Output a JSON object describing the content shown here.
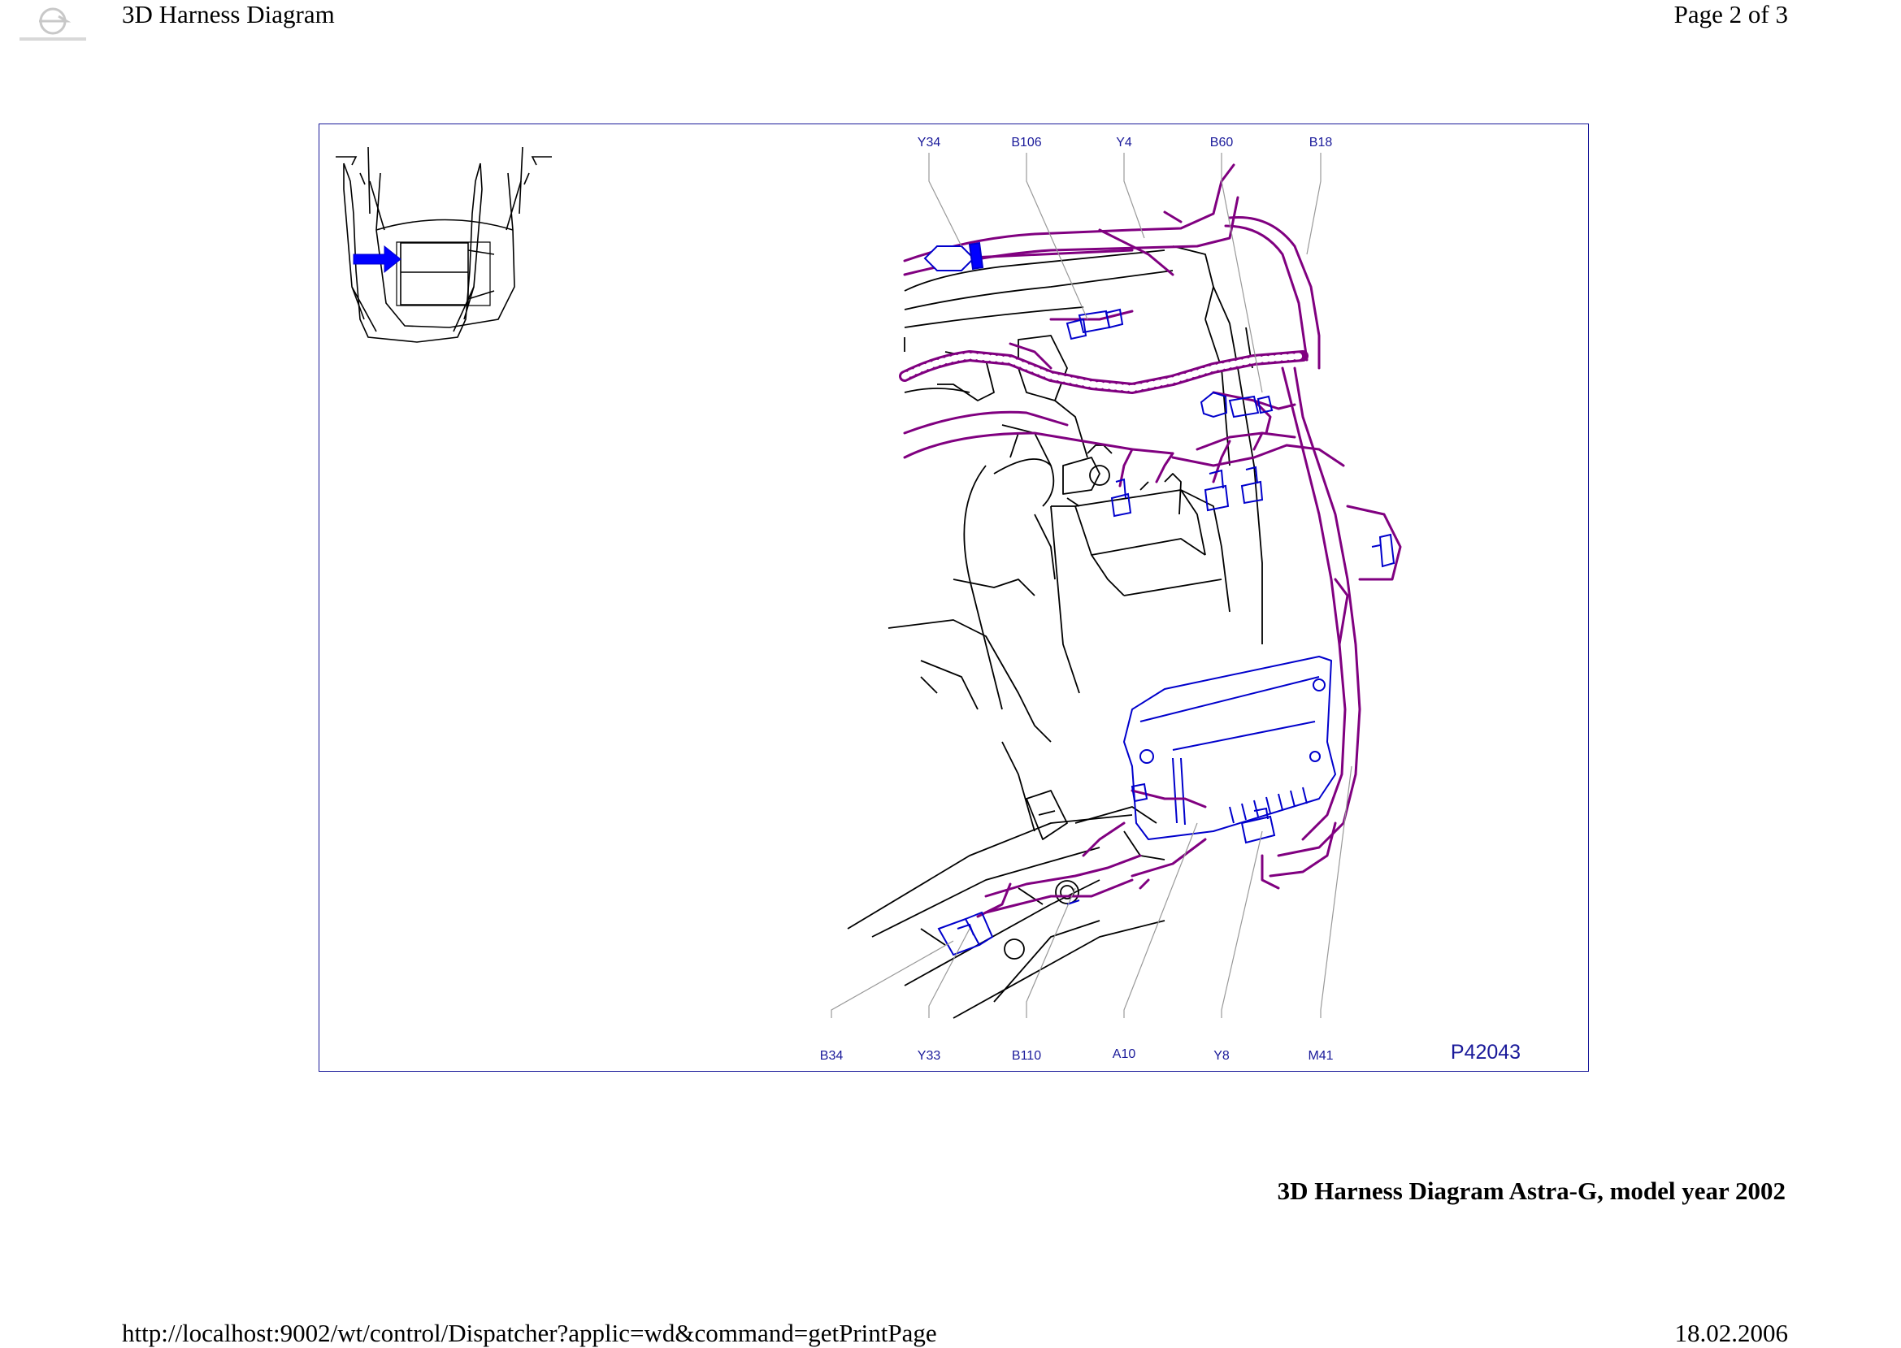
{
  "header": {
    "title": "3D Harness Diagram",
    "page_indicator": "Page 2 of 3"
  },
  "diagram": {
    "drawing_id": "P42043",
    "top_labels": [
      "Y34",
      "B106",
      "Y4",
      "B60",
      "B18"
    ],
    "bottom_labels": [
      "B34",
      "Y33",
      "B110",
      "A10",
      "Y8",
      "M41"
    ],
    "colors": {
      "frame": "#1a1a9a",
      "harness": "#800080",
      "connector": "#0000ff",
      "leader": "#999999",
      "label": "#1a1a9a"
    }
  },
  "caption": "3D Harness Diagram Astra-G, model year 2002",
  "footer": {
    "url": "http://localhost:9002/wt/control/Dispatcher?applic=wd&command=getPrintPage",
    "date": "18.02.2006"
  }
}
